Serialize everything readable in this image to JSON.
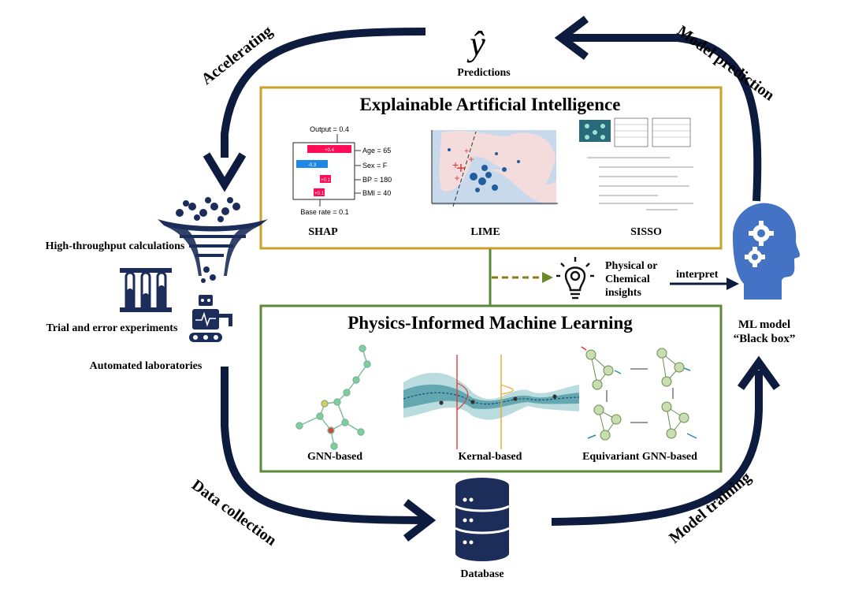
{
  "title_prediction_symbol": "ŷ",
  "predictions": "Predictions",
  "accelerating": "Accelerating",
  "model_prediction": "Model prediction",
  "data_collection": "Data collection",
  "model_training": "Model training",
  "database": "Database",
  "xai": {
    "title": "Explainable Artificial Intelligence",
    "methods": [
      "SHAP",
      "LIME",
      "SISSO"
    ],
    "shap": {
      "output": "Output = 0.4",
      "base": "Base rate = 0.1",
      "features": [
        "Age = 65",
        "Sex = F",
        "BP = 180",
        "BMI = 40"
      ],
      "values": [
        "+0.4",
        "-0.3",
        "+0.1",
        "+0.1"
      ]
    }
  },
  "piml": {
    "title": "Physics-Informed Machine Learning",
    "methods": [
      "GNN-based",
      "Kernal-based",
      "Equivariant GNN-based"
    ]
  },
  "left": {
    "htc": "High-throughput calculations",
    "trial": "Trial and error experiments",
    "auto": "Automated laboratories"
  },
  "insight": {
    "line1": "Physical or",
    "line2": "Chemical",
    "line3": "insights",
    "interpret": "interpret"
  },
  "model": {
    "line1": "ML model",
    "line2": "“Black box”"
  },
  "colors": {
    "navy": "#0d1b3e",
    "gold": "#c9a227",
    "green": "#5b8a3a",
    "blue": "#4472c4",
    "shap_pos": "#ff0d57",
    "shap_neg": "#1e88e5"
  }
}
